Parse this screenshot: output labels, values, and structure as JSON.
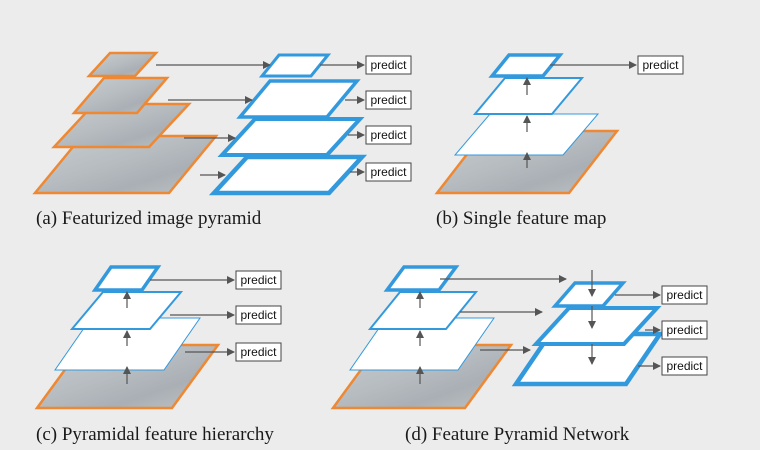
{
  "panels": {
    "a": {
      "caption": "(a) Featurized image pyramid"
    },
    "b": {
      "caption": "(b) Single feature map"
    },
    "c": {
      "caption": "(c) Pyramidal feature hierarchy"
    },
    "d": {
      "caption": "(d) Feature Pyramid Network"
    }
  },
  "predict_label": "predict",
  "colors": {
    "background": "#ececec",
    "feature_blue": "#3399dd",
    "image_orange": "#ee8833",
    "arrow_gray": "#555555"
  }
}
